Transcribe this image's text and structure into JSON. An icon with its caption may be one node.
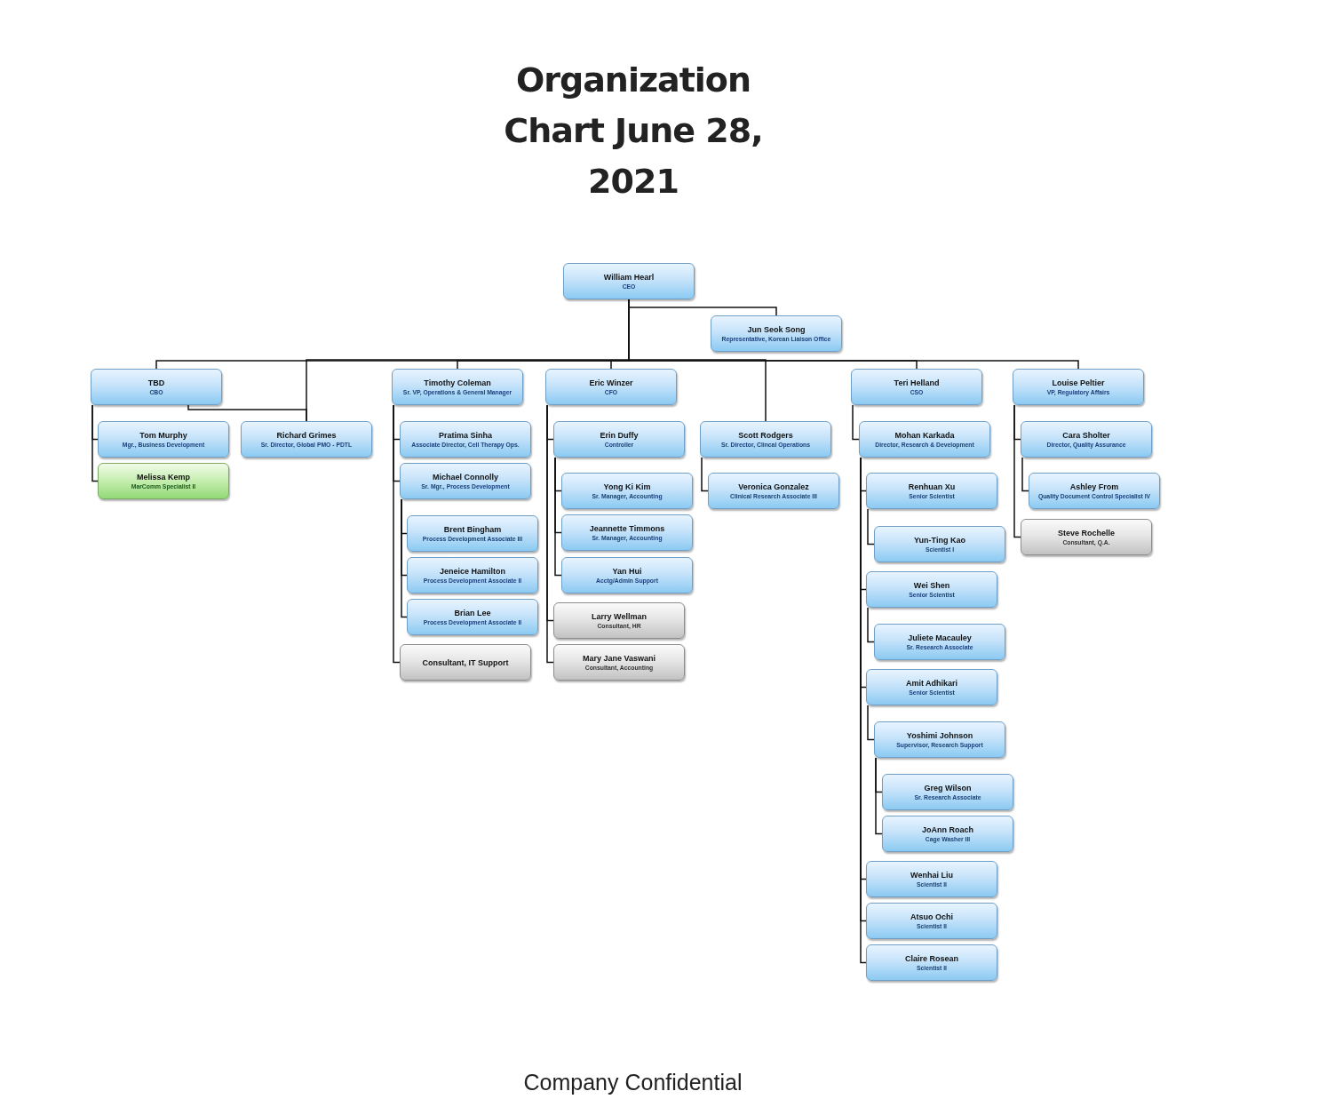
{
  "diagram": {
    "title": "Organization Chart June 28, 2021",
    "caption": "Company Confidential",
    "nodes": [
      {
        "text": [
          "William Hearl",
          "CEO"
        ]
      },
      {
        "text": [
          "Jun Seok Song",
          "Representative, Korean Liaison Office"
        ]
      },
      {
        "text": [
          "TBD",
          "CBO"
        ]
      },
      {
        "text": [
          "Richard Grimes",
          "Sr. Director, Global PMO - PDTL"
        ]
      },
      {
        "text": [
          "Tom Murphy",
          "Mgr., Business Development"
        ]
      },
      {
        "text": [
          "Melissa Kemp",
          "MarComm Specialist II"
        ]
      },
      {
        "text": [
          "Timothy Coleman",
          "Sr. VP, Operations & General Manager"
        ]
      },
      {
        "text": [
          "Pratima Sinha",
          "Associate Director, Cell Therapy Ops."
        ]
      },
      {
        "text": [
          "Michael Connolly",
          "Sr. Mgr., Process Development"
        ]
      },
      {
        "text": [
          "Brent Bingham",
          "Process Development Associate III"
        ]
      },
      {
        "text": [
          "Jeneice Hamilton",
          "Process Development Associate II"
        ]
      },
      {
        "text": [
          "Brian Lee",
          "Process Development Associate II"
        ]
      },
      {
        "text": [
          "Consultant, IT Support"
        ]
      },
      {
        "text": [
          "Eric Winzer",
          "CFO"
        ]
      },
      {
        "text": [
          "Erin Duffy",
          "Controller"
        ]
      },
      {
        "text": [
          "Yong Ki Kim",
          "Sr. Manager, Accounting"
        ]
      },
      {
        "text": [
          "Jeannette Timmons",
          "Sr. Manager, Accounting"
        ]
      },
      {
        "text": [
          "Yan Hui",
          "Acctg/Admin Support"
        ]
      },
      {
        "text": [
          "Larry Wellman",
          "Consultant, HR"
        ]
      },
      {
        "text": [
          "Mary Jane Vaswani",
          "Consultant, Accounting"
        ]
      },
      {
        "text": [
          "Scott Rodgers",
          "Sr. Director, Clincal Operations"
        ]
      },
      {
        "text": [
          "Veronica Gonzalez",
          "Clinical Research Associate III"
        ]
      },
      {
        "text": [
          "Teri Helland",
          "CSO"
        ]
      },
      {
        "text": [
          "Mohan Karkada",
          "Director, Research & Development"
        ]
      },
      {
        "text": [
          "Renhuan Xu",
          "Senior Scientist"
        ]
      },
      {
        "text": [
          "Yun-Ting Kao",
          "Scientist I"
        ]
      },
      {
        "text": [
          "Wei Shen",
          "Senior Scientist"
        ]
      },
      {
        "text": [
          "Juliete Macauley",
          "Sr. Research Associate"
        ]
      },
      {
        "text": [
          "Amit Adhikari",
          "Senior Scientist"
        ]
      },
      {
        "text": [
          "Yoshimi Johnson",
          "Supervisor, Research Support"
        ]
      },
      {
        "text": [
          "Greg Wilson",
          "Sr. Research Associate"
        ]
      },
      {
        "text": [
          "JoAnn Roach",
          "Cage Washer III"
        ]
      },
      {
        "text": [
          "Wenhai Liu",
          "Scientist II"
        ]
      },
      {
        "text": [
          "Atsuo Ochi",
          "Scientist II"
        ]
      },
      {
        "text": [
          "Claire Rosean",
          "Scientist II"
        ]
      },
      {
        "text": [
          "Louise Peltier",
          "VP, Regulatory Affairs"
        ]
      },
      {
        "text": [
          "Cara Sholter",
          "Director, Quality Assurance"
        ]
      },
      {
        "text": [
          "Ashley From",
          "Quality Document Control Specialist IV"
        ]
      },
      {
        "text": [
          "Steve Rochelle",
          "Consultant, Q.A."
        ]
      }
    ],
    "edges": [
      {
        "from": 0,
        "to": 1,
        "arrow": "none"
      },
      {
        "from": 0,
        "to": 2,
        "arrow": "none"
      },
      {
        "from": 0,
        "to": 3,
        "arrow": "none"
      },
      {
        "from": 0,
        "to": 6,
        "arrow": "none"
      },
      {
        "from": 0,
        "to": 13,
        "arrow": "none"
      },
      {
        "from": 0,
        "to": 20,
        "arrow": "none"
      },
      {
        "from": 0,
        "to": 22,
        "arrow": "none"
      },
      {
        "from": 0,
        "to": 35,
        "arrow": "none"
      },
      {
        "from": 2,
        "to": 3,
        "arrow": "none"
      },
      {
        "from": 2,
        "to": 4,
        "arrow": "none"
      },
      {
        "from": 2,
        "to": 5,
        "arrow": "none"
      },
      {
        "from": 6,
        "to": 7,
        "arrow": "none"
      },
      {
        "from": 6,
        "to": 8,
        "arrow": "none"
      },
      {
        "from": 6,
        "to": 12,
        "arrow": "none"
      },
      {
        "from": 8,
        "to": 9,
        "arrow": "none"
      },
      {
        "from": 8,
        "to": 10,
        "arrow": "none"
      },
      {
        "from": 8,
        "to": 11,
        "arrow": "none"
      },
      {
        "from": 13,
        "to": 14,
        "arrow": "none"
      },
      {
        "from": 13,
        "to": 18,
        "arrow": "none"
      },
      {
        "from": 13,
        "to": 19,
        "arrow": "none"
      },
      {
        "from": 14,
        "to": 15,
        "arrow": "none"
      },
      {
        "from": 14,
        "to": 16,
        "arrow": "none"
      },
      {
        "from": 14,
        "to": 17,
        "arrow": "none"
      },
      {
        "from": 20,
        "to": 21,
        "arrow": "none"
      },
      {
        "from": 22,
        "to": 23,
        "arrow": "none"
      },
      {
        "from": 23,
        "to": 24,
        "arrow": "none"
      },
      {
        "from": 23,
        "to": 26,
        "arrow": "none"
      },
      {
        "from": 23,
        "to": 28,
        "arrow": "none"
      },
      {
        "from": 23,
        "to": 32,
        "arrow": "none"
      },
      {
        "from": 23,
        "to": 33,
        "arrow": "none"
      },
      {
        "from": 23,
        "to": 34,
        "arrow": "none"
      },
      {
        "from": 24,
        "to": 25,
        "arrow": "none"
      },
      {
        "from": 26,
        "to": 27,
        "arrow": "none"
      },
      {
        "from": 28,
        "to": 29,
        "arrow": "none"
      },
      {
        "from": 29,
        "to": 30,
        "arrow": "none"
      },
      {
        "from": 29,
        "to": 31,
        "arrow": "none"
      },
      {
        "from": 35,
        "to": 36,
        "arrow": "none"
      },
      {
        "from": 35,
        "to": 38,
        "arrow": "none"
      },
      {
        "from": 36,
        "to": 37,
        "arrow": "none"
      }
    ]
  }
}
